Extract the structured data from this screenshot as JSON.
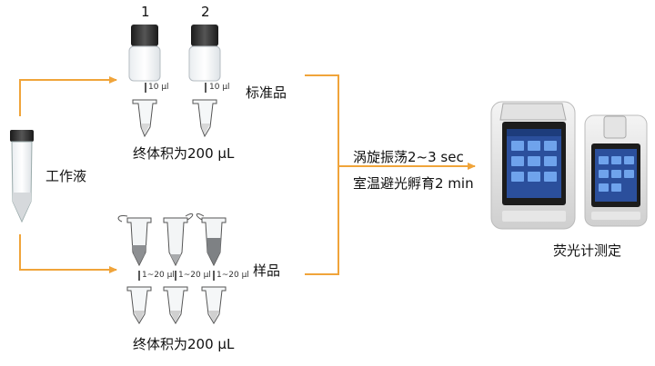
{
  "labels": {
    "tube1": "1",
    "tube2": "2",
    "vol_std_1": "10 µl",
    "vol_std_2": "10 µl",
    "standards": "标准品",
    "final_volume_top": "终体积为200 µL",
    "working_solution": "工作液",
    "vortex": "涡旋振荡2~3 sec",
    "incubate": "室温避光孵育2 min",
    "samples": "样品",
    "vol_sample_1": "1~20 µl",
    "vol_sample_2": "1~20 µl",
    "vol_sample_3": "1~20 µl",
    "final_volume_bottom": "终体积为200 µL",
    "fluorometer": "荧光计测定"
  },
  "colors": {
    "arrow": "#f0a43a",
    "text": "#111111"
  }
}
